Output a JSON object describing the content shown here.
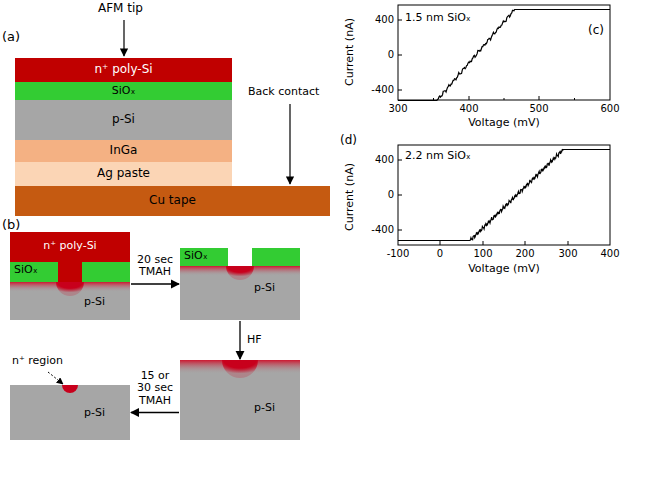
{
  "diagram": {
    "nodes": [
      {
        "text": [
          "n⁺ poly-Si"
        ]
      },
      {
        "text": [
          "SiOₓ"
        ]
      },
      {
        "text": [
          "p-Si"
        ]
      },
      {
        "text": [
          "InGa"
        ]
      },
      {
        "text": [
          "Ag paste"
        ]
      },
      {
        "text": [
          "Cu tape"
        ]
      },
      {
        "text": [
          "n⁺ poly-Si",
          "SiOₓ",
          "p-Si"
        ]
      },
      {
        "text": [
          "SiOₓ",
          "p-Si"
        ]
      },
      {
        "text": [
          "p-Si"
        ]
      },
      {
        "text": [
          "n⁺ region",
          "p-Si"
        ]
      }
    ],
    "edges": [
      {
        "from": 6,
        "to": 7,
        "label": "20 sec TMAH",
        "arrow": "to"
      },
      {
        "from": 7,
        "to": 8,
        "label": "HF",
        "arrow": "to"
      },
      {
        "from": 8,
        "to": 9,
        "label": "15 or 30 sec TMAH",
        "arrow": "to"
      }
    ],
    "labels": [
      "(a)",
      "AFM tip",
      "Back contact",
      "(b)",
      "(c)",
      "1.5 nm SiOₓ",
      "400",
      "0",
      "-400",
      "300",
      "400",
      "500",
      "600",
      "Current (nA)",
      "Voltage (mV)",
      "(d)",
      "2.2 nm SiOₓ",
      "400",
      "0",
      "-400",
      "-100",
      "0",
      "100",
      "200",
      "300",
      "400",
      "Current (nA)",
      "Voltage (mV)"
    ]
  }
}
